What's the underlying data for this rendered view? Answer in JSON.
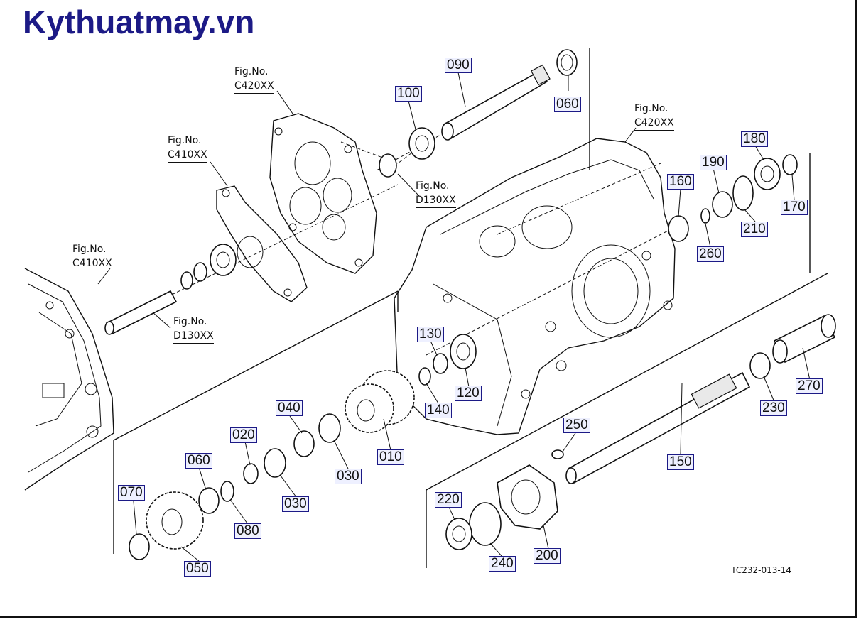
{
  "brand": "Kythuatmay.vn",
  "figure_refs": [
    {
      "label": "Fig.No.",
      "code": "C420XX"
    },
    {
      "label": "Fig.No.",
      "code": "C410XX"
    },
    {
      "label": "Fig.No.",
      "code": "C410XX"
    },
    {
      "label": "Fig.No.",
      "code": "D130XX"
    },
    {
      "label": "Fig.No.",
      "code": "D130XX"
    },
    {
      "label": "Fig.No.",
      "code": "C420XX"
    }
  ],
  "callouts": [
    "090",
    "100",
    "060",
    "180",
    "190",
    "160",
    "170",
    "210",
    "260",
    "130",
    "120",
    "140",
    "040",
    "020",
    "060",
    "030",
    "030",
    "010",
    "070",
    "080",
    "050",
    "250",
    "150",
    "230",
    "270",
    "220",
    "240",
    "200"
  ],
  "drawing_ref": "TC232-013-14",
  "colors": {
    "brand": "#1c1a86",
    "callout_border": "#1c1a86",
    "callout_bg": "#eef0ff"
  }
}
